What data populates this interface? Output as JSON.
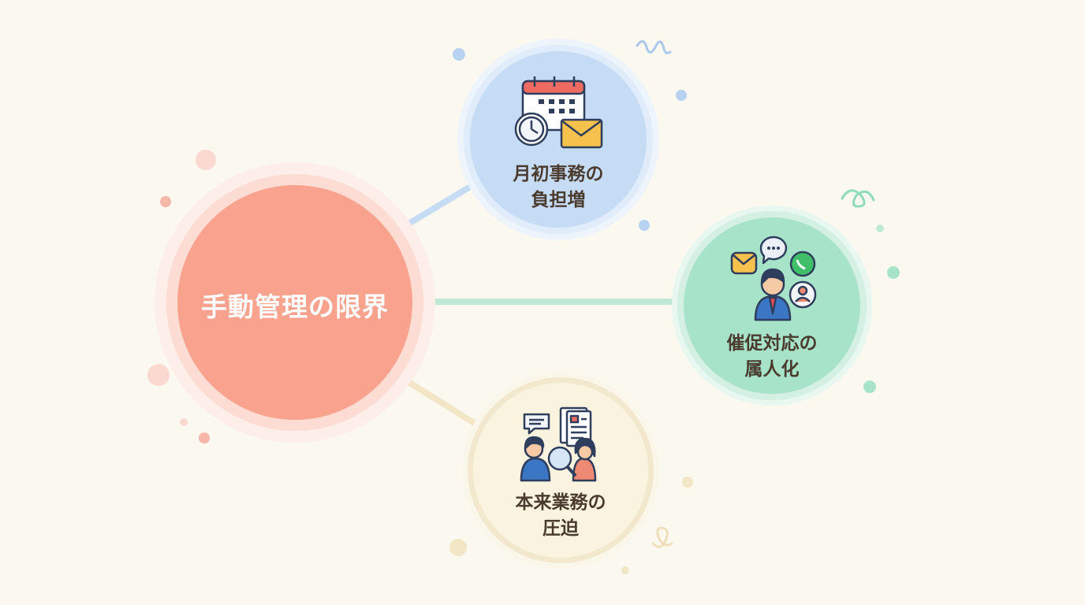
{
  "diagram": {
    "center": {
      "label": "手動管理の限界",
      "color": "#f9a28e"
    },
    "nodes": [
      {
        "id": "monthly",
        "label": "月初事務の\n負担増",
        "color": "#c6dcf5",
        "icon": "calendar-clock-mail-icon"
      },
      {
        "id": "dunning",
        "label": "催促対応の\n属人化",
        "color": "#a6e3c8",
        "icon": "person-messages-icon"
      },
      {
        "id": "core",
        "label": "本来業務の\n圧迫",
        "color": "#faf3df",
        "icon": "people-documents-search-icon"
      }
    ]
  }
}
